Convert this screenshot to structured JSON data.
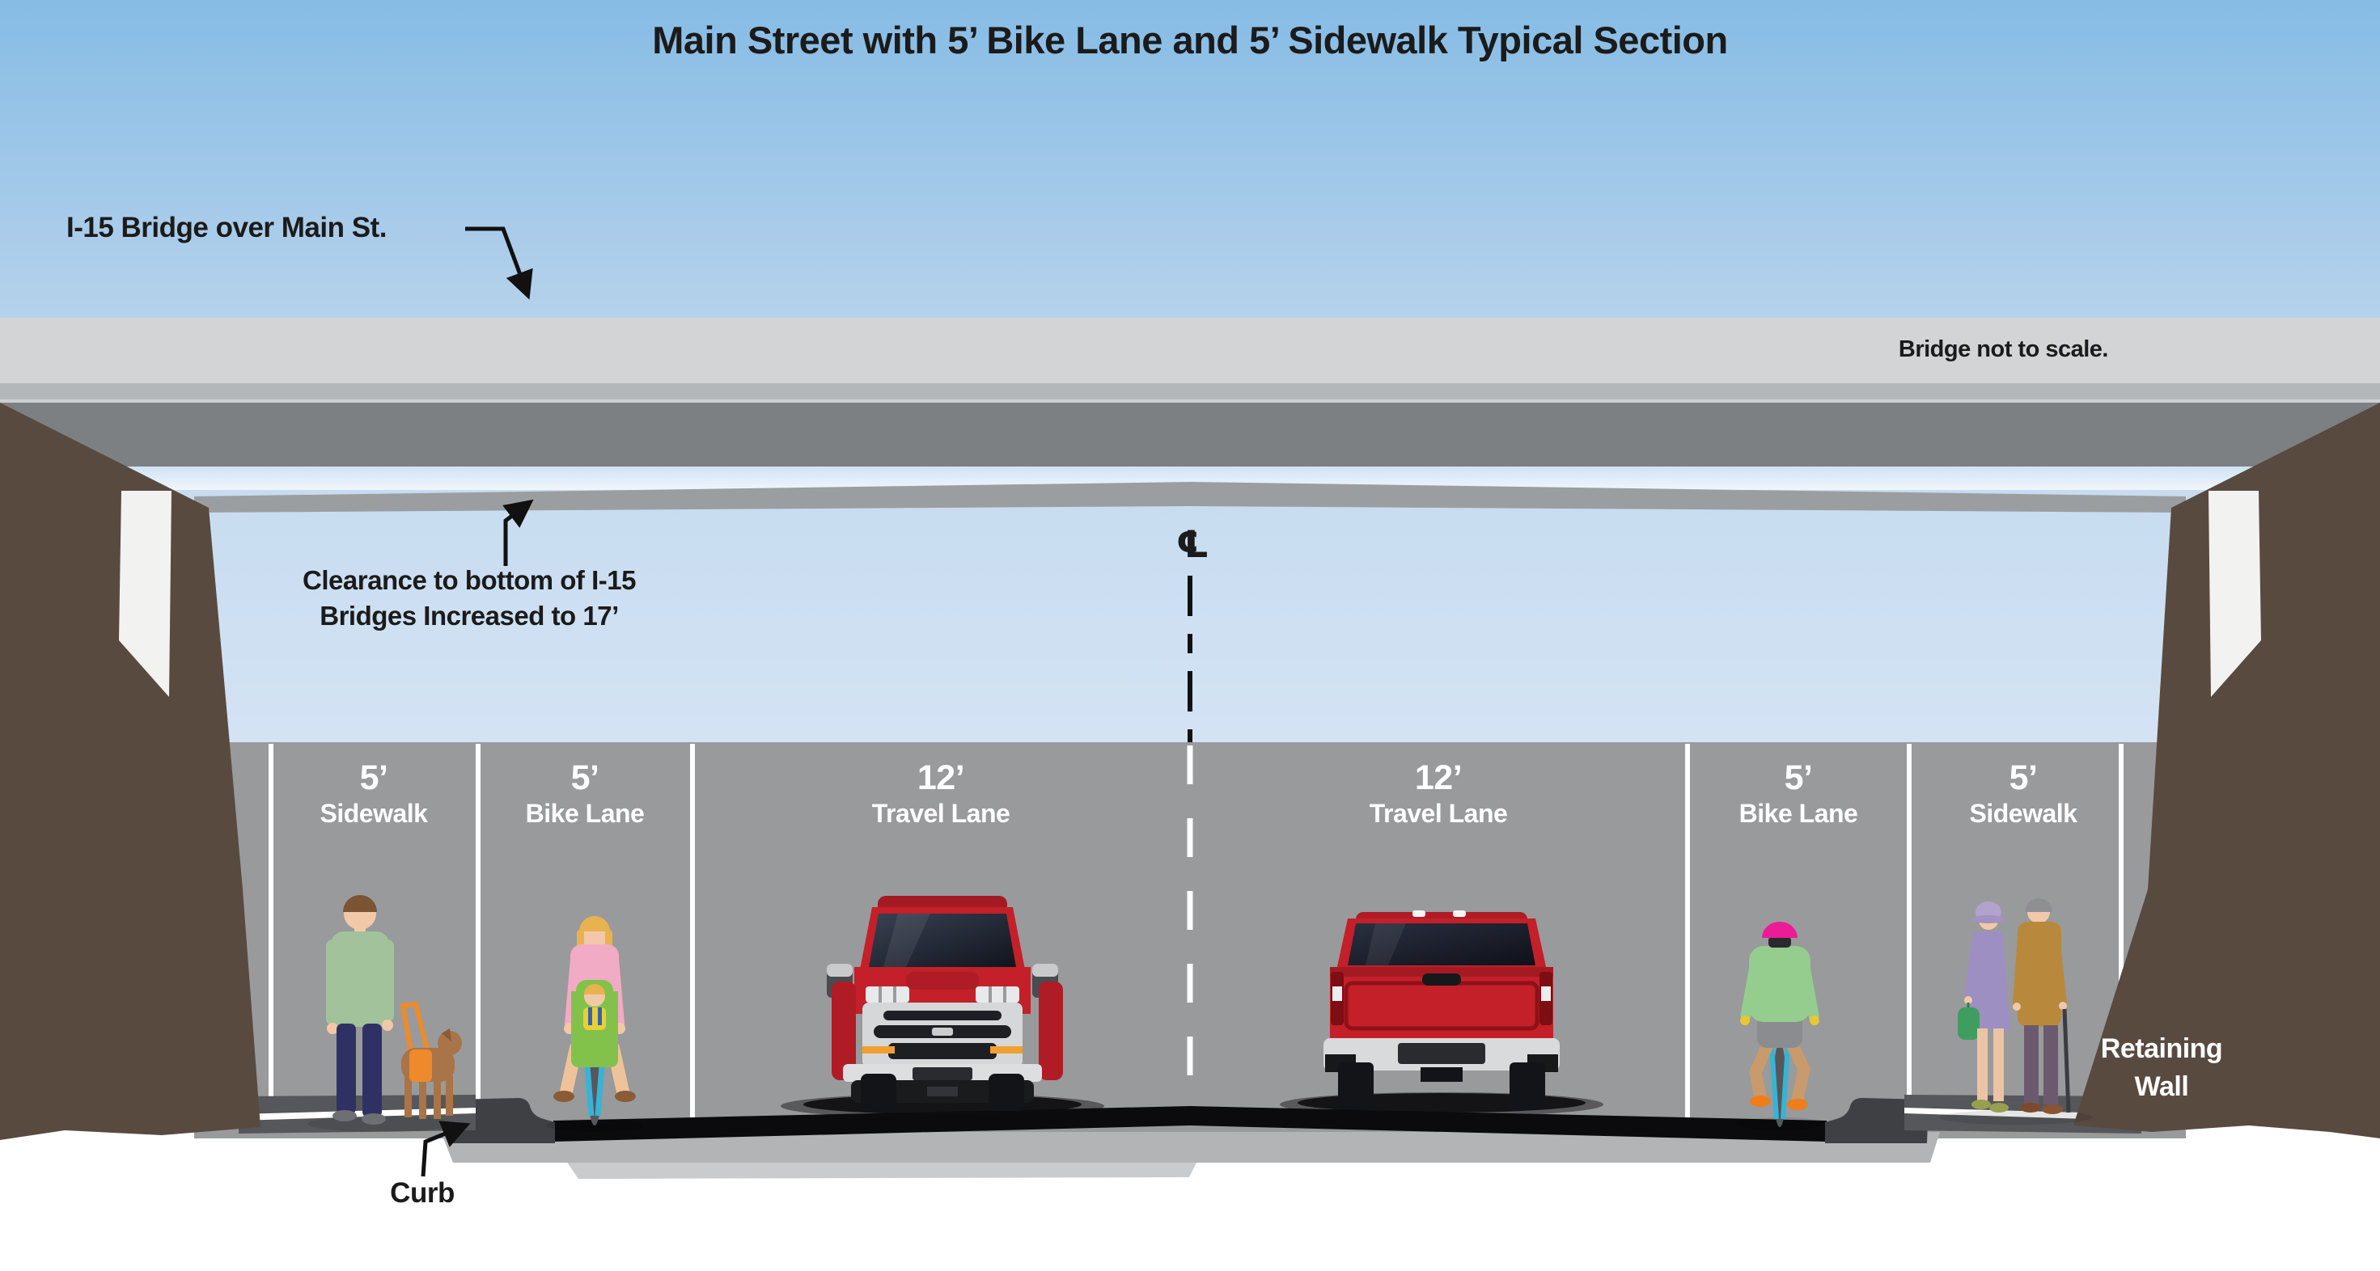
{
  "title": "Main Street with 5’ Bike Lane and 5’ Sidewalk Typical Section",
  "annotations": {
    "bridge_label": "I-15 Bridge over Main St.",
    "bridge_scale_note": "Bridge not to scale.",
    "clearance_line1": "Clearance to bottom of I-15",
    "clearance_line2": "Bridges Increased to 17’",
    "centerline_symbol": "℄",
    "retaining_wall_line1": "Retaining",
    "retaining_wall_line2": "Wall",
    "curb_label": "Curb"
  },
  "lanes": [
    {
      "width_label": "5’",
      "name": "Sidewalk"
    },
    {
      "width_label": "5’",
      "name": "Bike Lane"
    },
    {
      "width_label": "12’",
      "name": "Travel Lane"
    },
    {
      "width_label": "12’",
      "name": "Travel Lane"
    },
    {
      "width_label": "5’",
      "name": "Bike Lane"
    },
    {
      "width_label": "5’",
      "name": "Sidewalk"
    }
  ],
  "scene": {
    "figures": [
      "pedestrian-with-guide-dog",
      "cyclist-with-child-seat",
      "pickup-truck-front",
      "pickup-truck-rear",
      "cyclist-rear-view",
      "elderly-couple-walking"
    ]
  },
  "colors": {
    "sky_top": "#86bce5",
    "sky_bottom": "#b6d2eb",
    "bridge_deck": "#d2d4d5",
    "bridge_mid": "#b4b7b9",
    "bridge_girder": "#7d8083",
    "underpass_sky": "#c7dcf0",
    "road_gray": "#999a9c",
    "wall_brown": "#594a40",
    "lane_line": "#ffffff",
    "asphalt": "#0b0b0d",
    "curb_dark": "#3e4044",
    "truck_red": "#c32029",
    "harness_orange": "#ee8a2b"
  }
}
